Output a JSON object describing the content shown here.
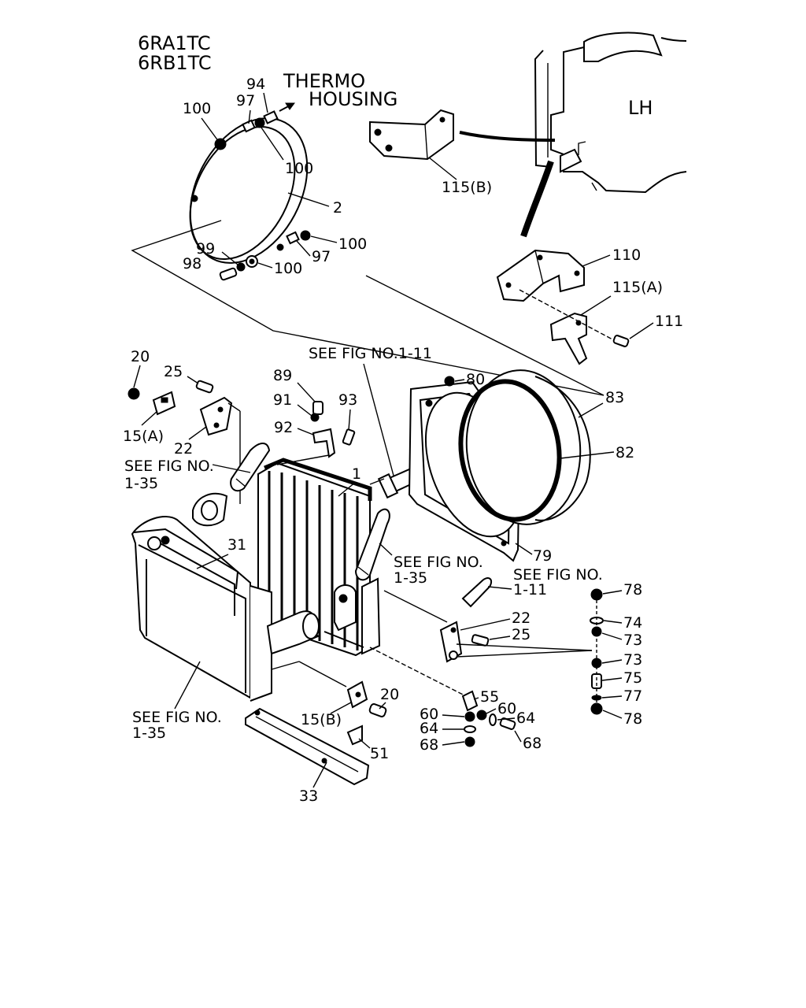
{
  "header": {
    "model_line_1": "6RA1TC",
    "model_line_2": "6RB1TC"
  },
  "annotations": {
    "thermo": "THERMO",
    "housing": "HOUSING",
    "lh": "LH",
    "see_fig_1_11_top": "SEE FIG NO.1-11",
    "see_fig_1_35_left_a": "SEE FIG NO.",
    "see_fig_1_35_left_b": "1-35",
    "see_fig_1_35_mid_a": "SEE FIG NO.",
    "see_fig_1_35_mid_b": "1-35",
    "see_fig_1_11_right_a": "SEE FIG NO.",
    "see_fig_1_11_right_b": "1-11",
    "see_fig_1_35_bottom_a": "SEE FIG NO.",
    "see_fig_1_35_bottom_b": "1-35"
  },
  "callouts": {
    "c94": "94",
    "c97_top": "97",
    "c100_top_left": "100",
    "c100_top_right": "100",
    "c2": "2",
    "c100_mid": "100",
    "c99": "99",
    "c98": "98",
    "c100_low": "100",
    "c97_low": "97",
    "c115b": "115(B)",
    "c110": "110",
    "c115a": "115(A)",
    "c111": "111",
    "c20_top": "20",
    "c25_top": "25",
    "c15a": "15(A)",
    "c22_left": "22",
    "c89": "89",
    "c91": "91",
    "c93": "93",
    "c92": "92",
    "c80": "80",
    "c83": "83",
    "c82": "82",
    "c1": "1",
    "c31": "31",
    "c79": "79",
    "c78_top": "78",
    "c74": "74",
    "c73_top": "73",
    "c73_low": "73",
    "c75": "75",
    "c77": "77",
    "c78_low": "78",
    "c22_right": "22",
    "c25_right": "25",
    "c55": "55",
    "c60_left": "60",
    "c60_right": "60",
    "c64_left": "64",
    "c64_right": "64",
    "c68_left": "68",
    "c68_right": "68",
    "c15b": "15(B)",
    "c20_low": "20",
    "c51": "51",
    "c33": "33"
  }
}
